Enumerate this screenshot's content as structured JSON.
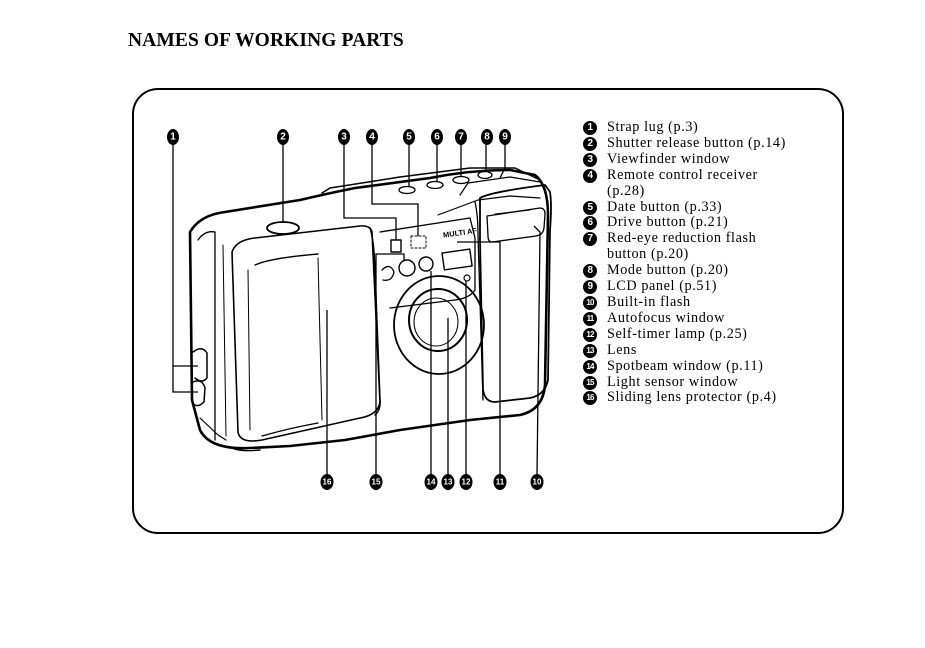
{
  "page": {
    "title": "NAMES OF WORKING PARTS"
  },
  "diagram": {
    "subject": "compact camera front view",
    "lcd_label": "MULTI AF",
    "top_callouts": [
      "1",
      "2",
      "3",
      "4",
      "5",
      "6",
      "7",
      "8",
      "9"
    ],
    "bottom_callouts": [
      "16",
      "15",
      "14",
      "13",
      "12",
      "11",
      "10"
    ]
  },
  "legend": {
    "items": [
      {
        "num": "1",
        "text": "Strap lug (p.3)"
      },
      {
        "num": "2",
        "text": "Shutter release button (p.14)"
      },
      {
        "num": "3",
        "text": "Viewfinder window"
      },
      {
        "num": "4",
        "text": "Remote control receiver\n(p.28)"
      },
      {
        "num": "5",
        "text": "Date button (p.33)"
      },
      {
        "num": "6",
        "text": "Drive button (p.21)"
      },
      {
        "num": "7",
        "text": "Red-eye reduction flash\nbutton (p.20)"
      },
      {
        "num": "8",
        "text": "Mode button (p.20)"
      },
      {
        "num": "9",
        "text": "LCD panel (p.51)"
      },
      {
        "num": "10",
        "text": "Built-in flash"
      },
      {
        "num": "11",
        "text": "Autofocus window"
      },
      {
        "num": "12",
        "text": "Self-timer lamp (p.25)"
      },
      {
        "num": "13",
        "text": "Lens"
      },
      {
        "num": "14",
        "text": "Spotbeam window (p.11)"
      },
      {
        "num": "15",
        "text": "Light sensor window"
      },
      {
        "num": "16",
        "text": "Sliding lens protector (p.4)"
      }
    ]
  }
}
